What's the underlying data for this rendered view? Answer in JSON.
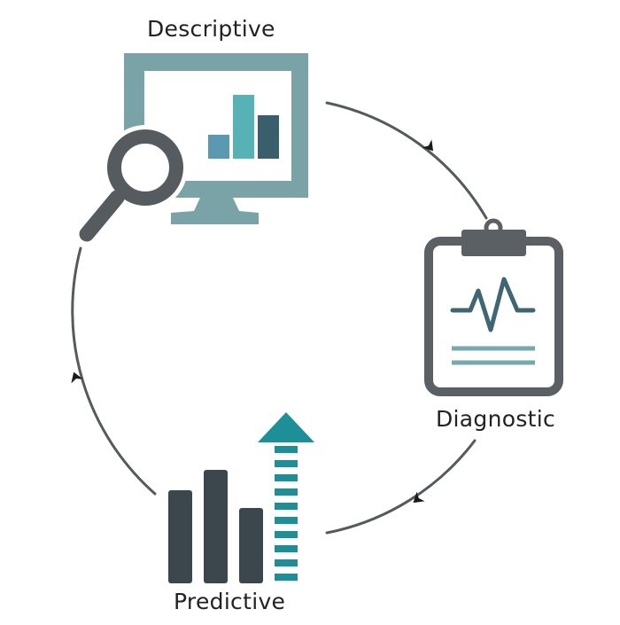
{
  "stages": {
    "descriptive": {
      "label": "Descriptive",
      "icon": "monitor-magnifier-icon"
    },
    "diagnostic": {
      "label": "Diagnostic",
      "icon": "clipboard-heartbeat-icon"
    },
    "predictive": {
      "label": "Predictive",
      "icon": "bars-up-arrow-icon"
    }
  },
  "colors": {
    "monitor": "#7aa3a7",
    "magnifier": "#555b5f",
    "bar_light_blue": "#5b98b1",
    "bar_teal": "#56b2b5",
    "bar_dark": "#385f6b",
    "clipboard": "#5b6064",
    "pulse_line": "#3f6673",
    "clipboard_lines": "#78a8ad",
    "predictive_bars": "#3b474c",
    "arrow": "#1c8f98",
    "cycle_line": "#555a5e"
  }
}
